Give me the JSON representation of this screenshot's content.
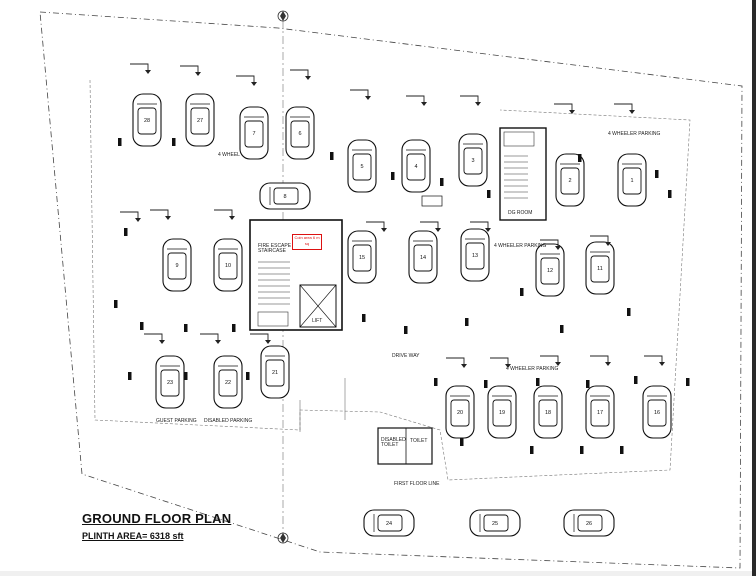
{
  "title": "GROUND FLOOR PLAN",
  "plinth_area": "PLINTH AREA= 6318 sft",
  "labels": {
    "four_wheeler_parking_a": "4 WHEELER PARKING",
    "four_wheeler_parking_b": "4 WHEELER PARKING",
    "four_wheeler_parking_c": "4 WHEELER PARKING",
    "four_wheeler_short": "4 WHEEL",
    "drive_way": "DRIVE WAY",
    "first_floor_line": "FIRST FLOOR LINE",
    "guest_parking": "GUEST PARKING",
    "disabled_parking": "DISABLED PARKING",
    "lift": "LIFT",
    "toilet": "TOILET",
    "disabled_toilet": "DISABLED TOILET",
    "fire_escape": "FIRE ESCAPE STAIRCASE",
    "red_note": "Coin area 6 m sq",
    "dg_room": "DG ROOM"
  },
  "cars": [
    {
      "num": "28"
    },
    {
      "num": "27"
    },
    {
      "num": "7"
    },
    {
      "num": "6"
    },
    {
      "num": "5"
    },
    {
      "num": "4"
    },
    {
      "num": "3"
    },
    {
      "num": "2"
    },
    {
      "num": "1"
    },
    {
      "num": "8"
    },
    {
      "num": "9"
    },
    {
      "num": "10"
    },
    {
      "num": "15"
    },
    {
      "num": "14"
    },
    {
      "num": "13"
    },
    {
      "num": "12"
    },
    {
      "num": "11"
    },
    {
      "num": "23"
    },
    {
      "num": "22"
    },
    {
      "num": "21"
    },
    {
      "num": "20"
    },
    {
      "num": "19"
    },
    {
      "num": "18"
    },
    {
      "num": "17"
    },
    {
      "num": "16"
    },
    {
      "num": "24"
    },
    {
      "num": "25"
    },
    {
      "num": "26"
    }
  ]
}
